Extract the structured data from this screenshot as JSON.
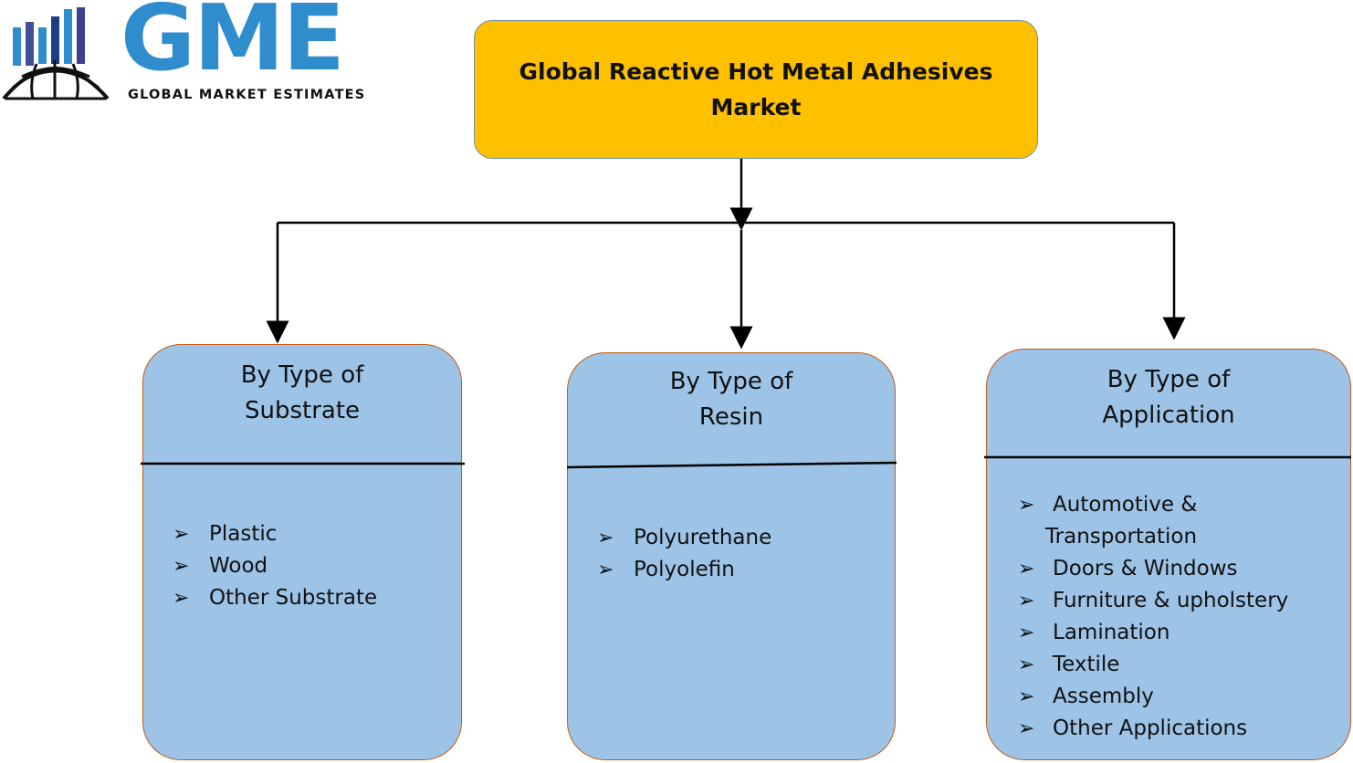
{
  "logo": {
    "letters": "GME",
    "tagline": "GLOBAL MARKET ESTIMATES",
    "brand_color": "#2f8ccd"
  },
  "title": "Global Reactive Hot Metal Adhesives Market",
  "colors": {
    "title_fill": "#ffc000",
    "card_fill": "#9dc3e6",
    "card_border": "#c55a11"
  },
  "cards": [
    {
      "heading_line1": "By Type of",
      "heading_line2": "Substrate",
      "items": [
        "Plastic",
        "Wood",
        "Other Substrate"
      ]
    },
    {
      "heading_line1": "By Type of",
      "heading_line2": "Resin",
      "items": [
        "Polyurethane",
        "Polyolefin"
      ]
    },
    {
      "heading_line1": "By Type of",
      "heading_line2": "Application",
      "items": [
        "Automotive &",
        "Transportation",
        "Doors & Windows",
        "Furniture & upholstery",
        "Lamination",
        "Textile",
        "Assembly",
        "Other Applications"
      ]
    }
  ],
  "bullet_icon": "arrowhead-bullet-icon",
  "bullet_glyph": "➢"
}
